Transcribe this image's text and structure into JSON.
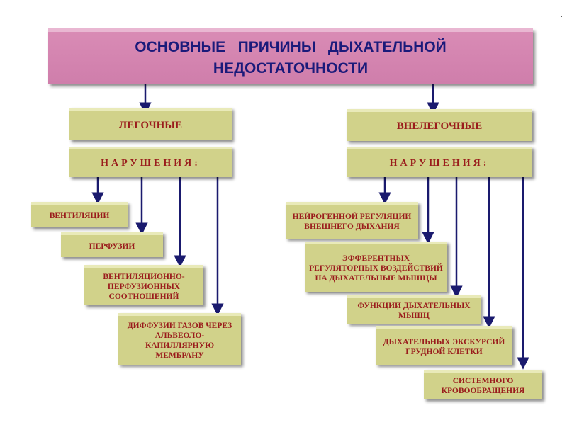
{
  "title": {
    "line1": "ОСНОВНЫЕ   ПРИЧИНЫ   ДЫХАТЕЛЬНОЙ",
    "line2": "НЕДОСТАТОЧНОСТИ"
  },
  "left": {
    "category": "ЛЕГОЧНЫЕ",
    "header": "НАРУШЕНИЯ:",
    "items": [
      "ВЕНТИЛЯЦИИ",
      "ПЕРФУЗИИ",
      "ВЕНТИЛЯЦИОННО-ПЕРФУЗИОННЫХ СООТНОШЕНИЙ",
      "ДИФФУЗИИ ГАЗОВ ЧЕРЕЗ АЛЬВЕОЛО-КАПИЛЛЯРНУЮ МЕМБРАНУ"
    ]
  },
  "right": {
    "category": "ВНЕЛЕГОЧНЫЕ",
    "header": "НАРУШЕНИЯ:",
    "items": [
      "НЕЙРОГЕННОЙ РЕГУЛЯЦИИ ВНЕШНЕГО ДЫХАНИЯ",
      "ЭФФЕРЕНТНЫХ РЕГУЛЯТОРНЫХ ВОЗДЕЙСТВИЙ НА ДЫХАТЕЛЬНЫЕ МЫШЦЫ",
      "ФУНКЦИИ ДЫХАТЕЛЬНЫХ МЫШЦ",
      "ДЫХАТЕЛЬНЫХ ЭКСКУРСИЙ ГРУДНОЙ КЛЕТКИ",
      "СИСТЕМНОГО КРОВООБРАЩЕНИЯ"
    ]
  },
  "corner_mark": "˙",
  "colors": {
    "title_fill": "#d68ab3",
    "box_fill": "#d1d28a",
    "title_text": "#1a1a7a",
    "box_text": "#9a1c1c",
    "arrow": "#1a1a6e"
  }
}
